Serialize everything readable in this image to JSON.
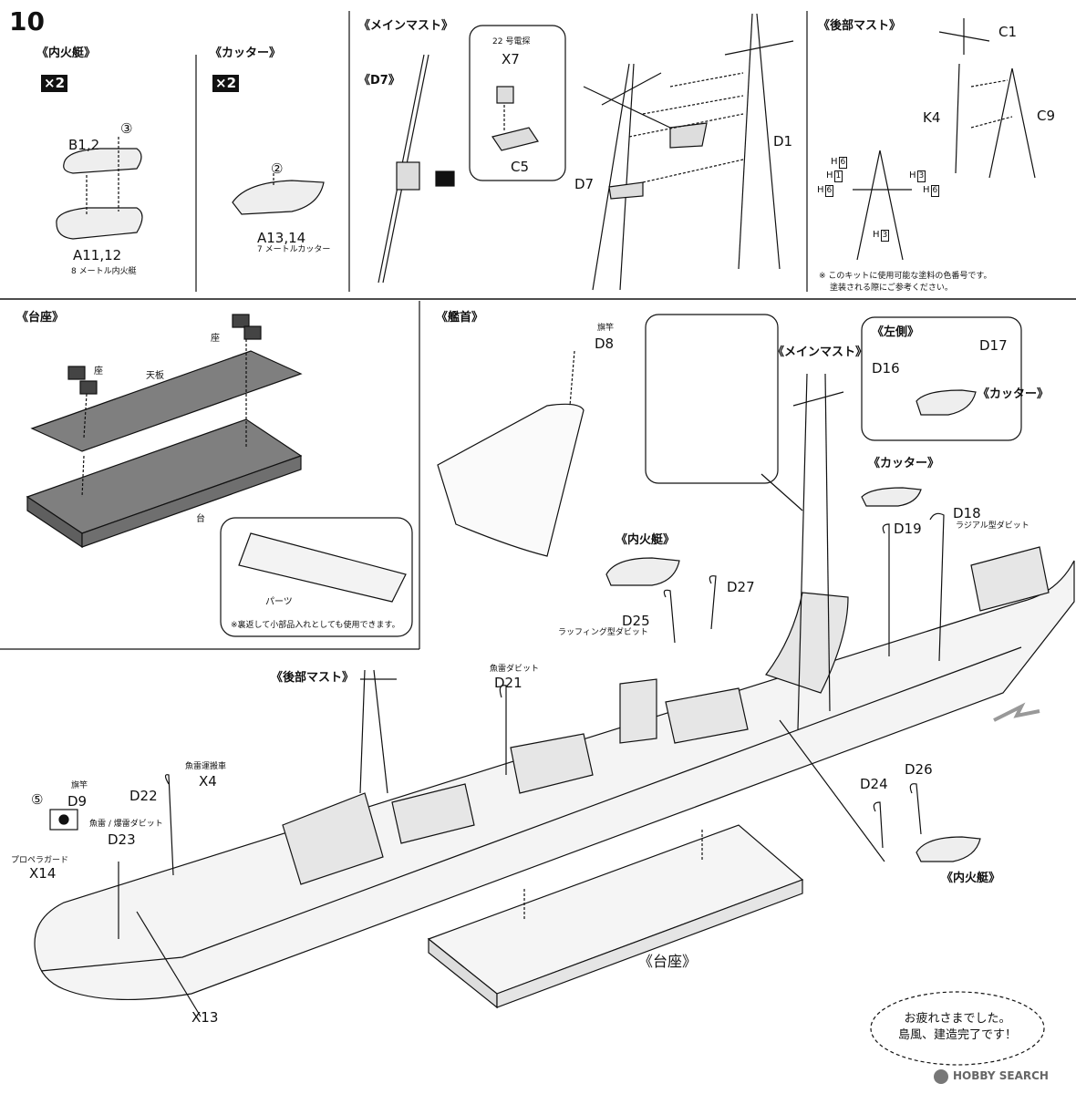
{
  "step_number": "10",
  "top": {
    "launch": {
      "title": "《内火艇》",
      "qty": "×2",
      "num": "③",
      "parts": "B1,2",
      "hull": "A11,12",
      "caption": "8 メートル内火艇"
    },
    "cutter": {
      "title": "《カッター》",
      "qty": "×2",
      "num": "②",
      "parts": "A13,14",
      "caption": "7 メートルカッター"
    },
    "main_mast": {
      "title": "《メインマスト》",
      "sub": "《D7》",
      "radar_caption": "22 号電探",
      "x7": "X7",
      "c5": "C5",
      "d7": "D7",
      "d1": "D1"
    },
    "rear_mast": {
      "title": "《後部マスト》",
      "c1": "C1",
      "k4": "K4",
      "c9": "C9",
      "h6a": "H",
      "h6a_box": "6",
      "h1": "H",
      "h1_box": "1",
      "h3a": "H",
      "h3a_box": "3",
      "h6b": "H",
      "h6b_box": "6",
      "h6c": "H",
      "h6c_box": "6",
      "h3b": "H",
      "h3b_box": "3",
      "note1": "※ このキットに使用可能な塗料の色番号です。",
      "note2": "塗装される際にご参考ください。"
    }
  },
  "stand": {
    "title": "《台座》",
    "seat1": "座",
    "seat2": "座",
    "top_plate": "天板",
    "base": "台",
    "parts": "パーツ",
    "note": "※裏返して小部品入れとしても使用できます。"
  },
  "bow": {
    "title": "《艦首》",
    "flag_label": "旗竿",
    "d8": "D8"
  },
  "midship": {
    "main_mast": "《メインマスト》",
    "left_side": "《左側》",
    "d16": "D16",
    "d17": "D17",
    "cutter_inset": "《カッター》",
    "cutter": "《カッター》",
    "d19": "D19",
    "d18": "D18",
    "radial_davit": "ラジアル型ダビット",
    "launch": "《内火艇》",
    "d27": "D27",
    "d25": "D25",
    "luffing_davit": "ラッフィング型ダビット"
  },
  "stern": {
    "rear_mast": "《後部マスト》",
    "torpedo_davit": "魚雷ダビット",
    "d21": "D21",
    "torpedo_cart": "魚雷運搬車",
    "x4": "X4",
    "d22": "D22",
    "flag_num": "⑤",
    "flag_label": "旗竿",
    "d9": "D9",
    "depth_davit": "魚雷 / 爆雷ダビット",
    "d23": "D23",
    "guard": "プロペラガード",
    "x14": "X14",
    "x13": "X13",
    "d24": "D24",
    "d26": "D26",
    "launch": "《内火艇》",
    "stand": "《台座》"
  },
  "badge": {
    "line1": "お疲れさまでした。",
    "line2": "島風、建造完了です！"
  },
  "watermark": "HOBBY SEARCH",
  "colors": {
    "ink": "#111111",
    "stand_gray": "#808080",
    "light_gray": "#cfcfcf"
  }
}
